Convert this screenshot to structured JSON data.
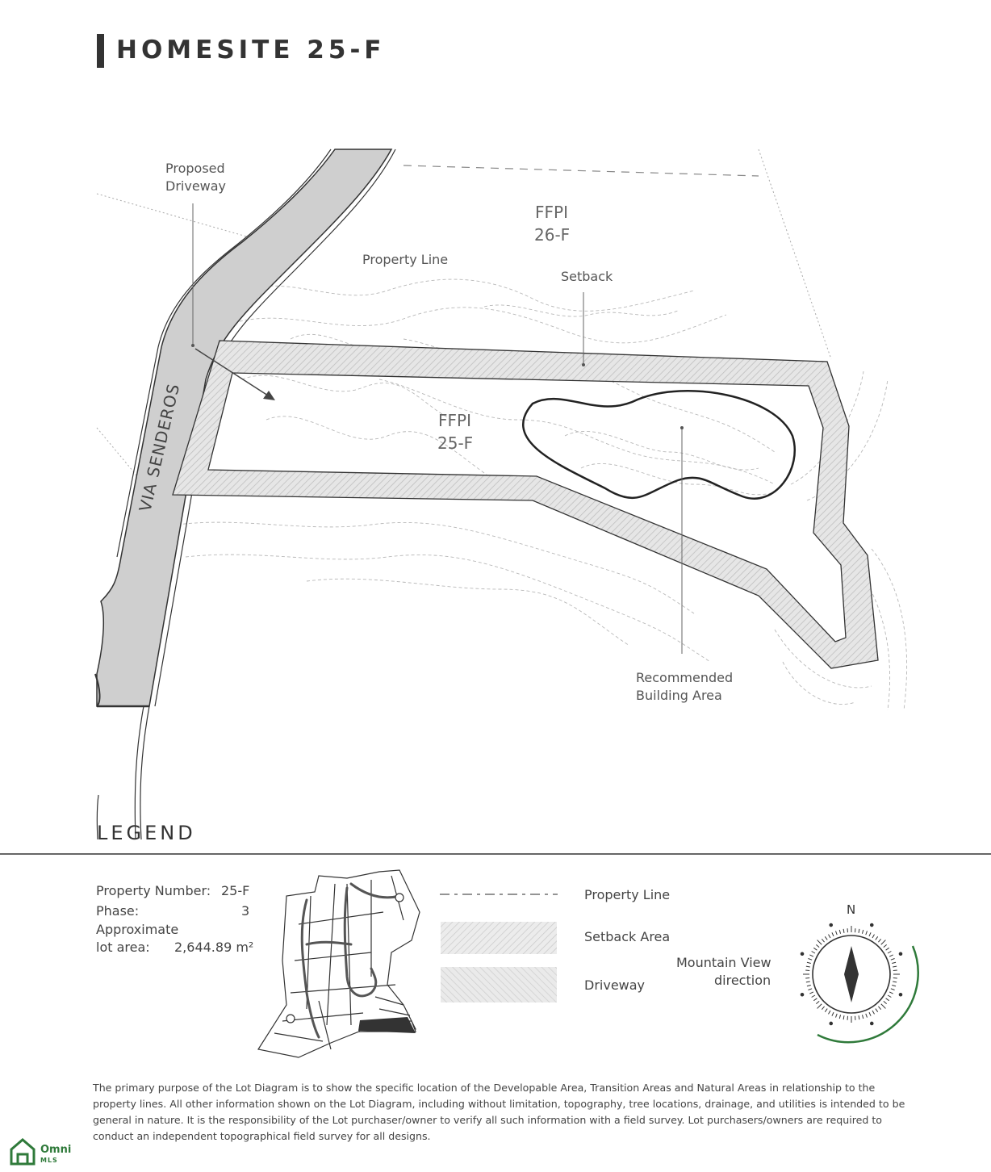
{
  "header": {
    "title": "HOMESITE 25-F"
  },
  "map": {
    "labels": {
      "proposed_driveway_1": "Proposed",
      "proposed_driveway_2": "Driveway",
      "property_line": "Property Line",
      "setback": "Setback",
      "recommended_1": "Recommended",
      "recommended_2": "Building Area",
      "road": "VIA SENDEROS"
    },
    "lots": [
      {
        "line1": "FFPI",
        "line2": "26-F"
      },
      {
        "line1": "FFPI",
        "line2": "25-F"
      }
    ]
  },
  "legend": {
    "title": "LEGEND",
    "property_number_label": "Property Number:",
    "property_number_value": "25-F",
    "phase_label": "Phase:",
    "phase_value": "3",
    "area_label_1": "Approximate",
    "area_label_2": "lot area:",
    "area_value": "2,644.89 m²",
    "items": [
      {
        "label": "Property Line"
      },
      {
        "label": "Setback Area"
      },
      {
        "label": "Driveway"
      }
    ],
    "mountain_view_1": "Mountain View",
    "mountain_view_2": "direction",
    "compass_north": "N"
  },
  "disclaimer": "The primary purpose of the Lot Diagram is to show the specific location of the Developable Area, Transition Areas and Natural Areas in relationship to the property lines. All other information shown on the Lot Diagram, including without limitation, topography, tree locations, drainage, and utilities is intended to be general in nature. It is the responsibility of the Lot purchaser/owner to verify all such information with a field survey. Lot purchasers/owners are required to conduct an independent topographical field survey for all designs.",
  "logo": {
    "name": "Omni",
    "sub": "MLS"
  },
  "colors": {
    "accent_green": "#2f7a3a",
    "road_fill": "#cfcfcf",
    "line": "#333333"
  }
}
